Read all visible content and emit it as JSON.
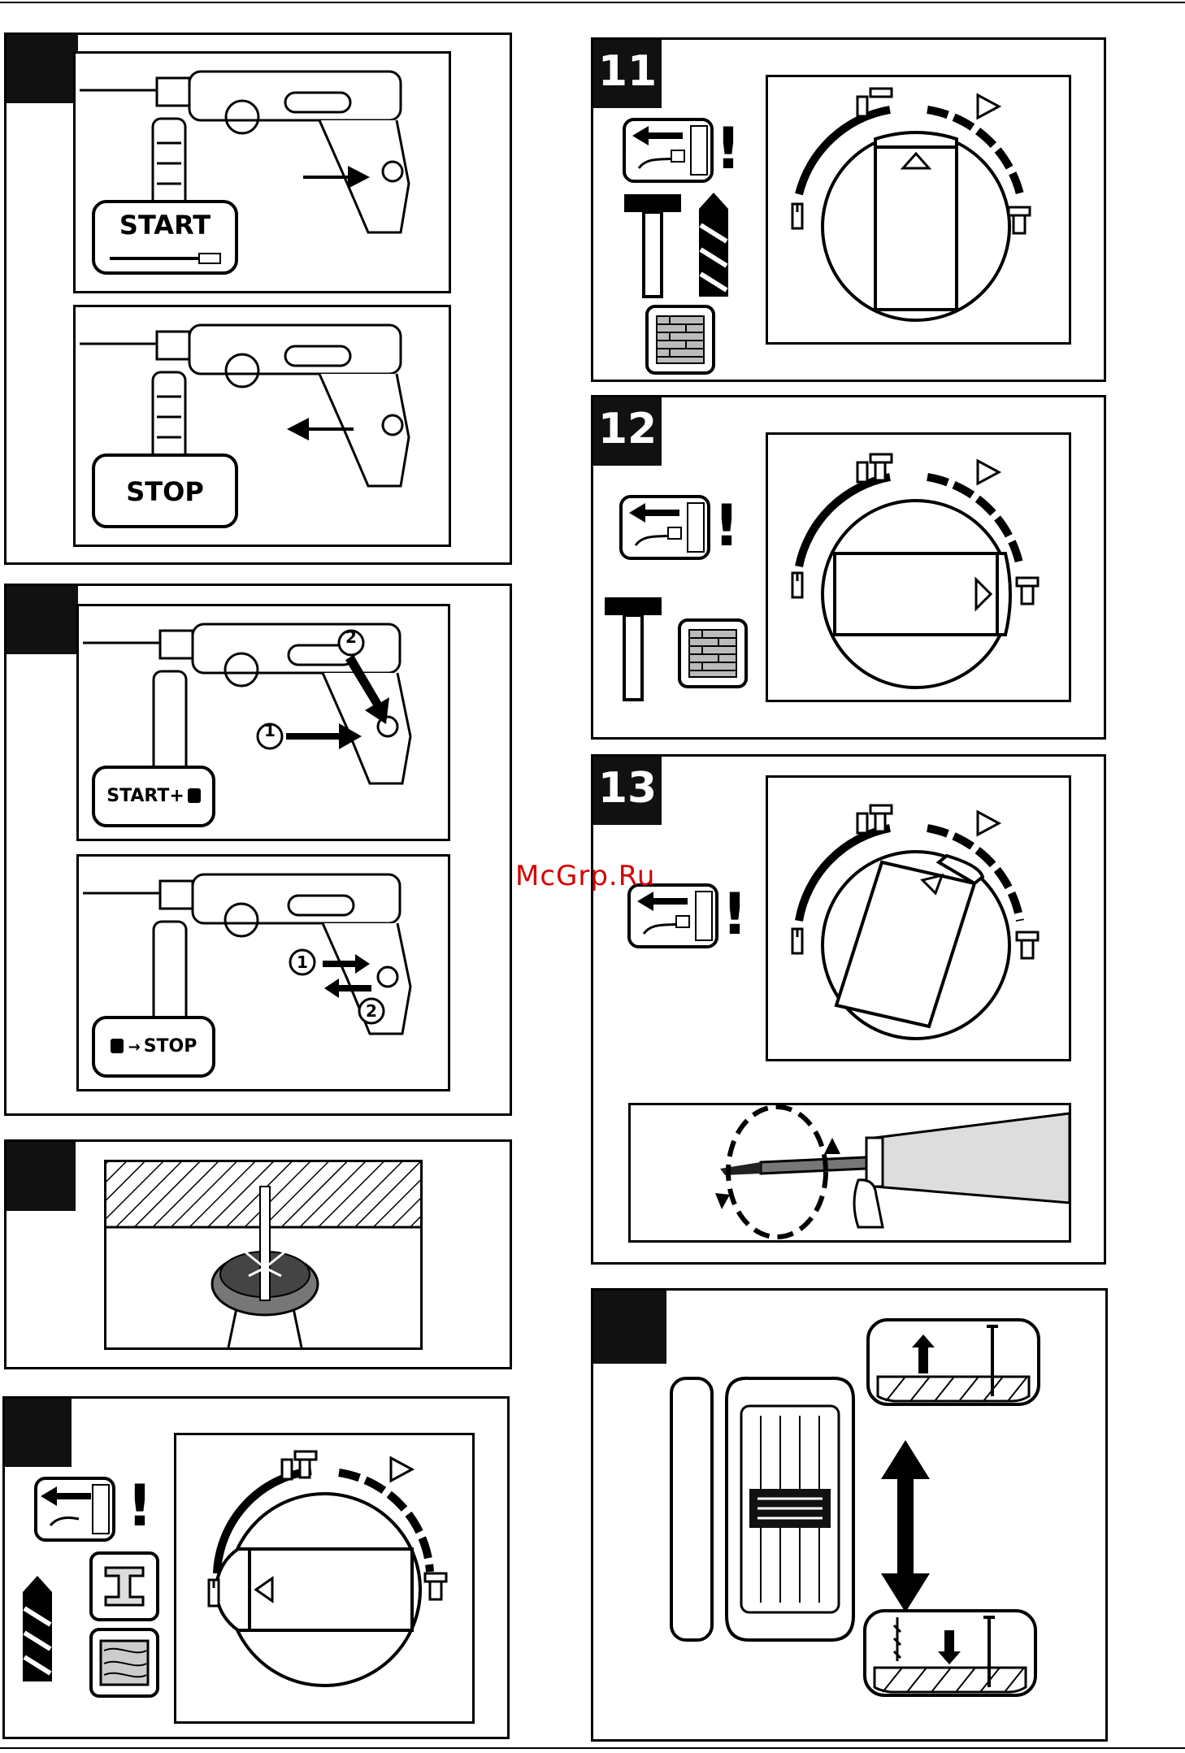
{
  "pages": {
    "fig11": {
      "number": "11"
    },
    "fig12": {
      "number": "12"
    },
    "fig13": {
      "number": "13"
    }
  },
  "labels": {
    "start": "START",
    "stop": "STOP",
    "start_lock": "START+",
    "lock_stop": "STOP",
    "step1": "1",
    "step2": "2"
  },
  "watermark": "McGrp.Ru",
  "icons": [
    "drill-icon",
    "plug-icon",
    "hammer-icon",
    "bit-icon",
    "brick-icon",
    "wood-icon",
    "steel-icon",
    "chisel-icon",
    "screw-icon",
    "dust-cup-icon",
    "mode-dial-icon",
    "lock-icon",
    "arrow-icon"
  ]
}
